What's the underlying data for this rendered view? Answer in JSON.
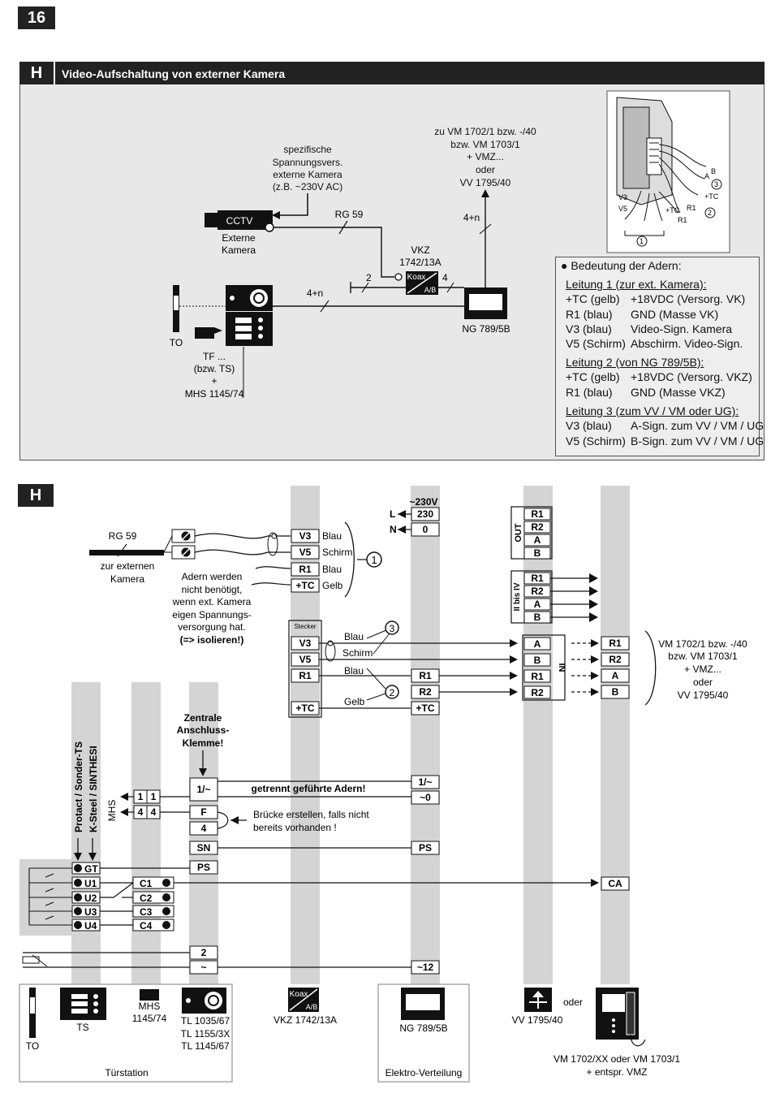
{
  "page_number": "16",
  "section_letter": "H",
  "section_title": "Video-Aufschaltung von externer Kamera",
  "top": {
    "spec_lines": [
      "spezifische",
      "Spannungsvers.",
      "externe Kamera",
      "(z.B. ~230V AC)"
    ],
    "vm_lines": [
      "zu VM 1702/1 bzw. -/40",
      "bzw. VM 1703/1",
      "+ VMZ...",
      "oder",
      "VV 1795/40"
    ],
    "cctv": "CCTV",
    "ext_cam": [
      "Externe",
      "Kamera"
    ],
    "rg59": "RG 59",
    "vkz": [
      "VKZ",
      "1742/13A"
    ],
    "koax": "Koax",
    "ab": "A/B",
    "n2": "2",
    "n4": "4",
    "n4n_a": "4+n",
    "n4n_b": "4+n",
    "ng": "NG 789/5B",
    "to": "TO",
    "tf_lines": [
      "TF ...",
      "(bzw. TS)",
      "+",
      "MHS 1145/74"
    ],
    "inset": {
      "b": "B",
      "a": "A",
      "tc": "+TC",
      "r1": "R1",
      "v3": "V3",
      "v5": "V5",
      "c1": "1",
      "c2": "2",
      "c3": "3"
    }
  },
  "legend": {
    "title": "Bedeutung der Adern:",
    "groups": [
      {
        "head": "Leitung 1 (zur ext. Kamera):",
        "rows": [
          [
            "+TC (gelb)",
            "+18VDC (Versorg. VK)"
          ],
          [
            "R1   (blau)",
            "GND (Masse VK)"
          ],
          [
            "V3   (blau)",
            "Video-Sign. Kamera"
          ],
          [
            "V5   (Schirm)",
            "Abschirm. Video-Sign."
          ]
        ]
      },
      {
        "head": "Leitung 2 (von NG 789/5B):",
        "rows": [
          [
            "+TC (gelb)",
            "+18VDC (Versorg. VKZ)"
          ],
          [
            "R1   (blau)",
            "GND (Masse VKZ)"
          ]
        ]
      },
      {
        "head": "Leitung 3 (zum VV / VM oder UG):",
        "rows": [
          [
            "V3   (blau)",
            "A-Sign. zum VV / VM / UG"
          ],
          [
            "V5   (Schirm)",
            "B-Sign. zum VV / VM / UG"
          ]
        ]
      }
    ]
  },
  "bottom": {
    "section_letter": "H",
    "rg59": "RG 59",
    "ext_cam": [
      "zur externen",
      "Kamera"
    ],
    "note_lines": [
      "Adern werden",
      "nicht benötigt,",
      "wenn ext. Kamera",
      "eigen Spannungs-",
      "versorgung hat."
    ],
    "note_bold": "(=> isolieren!)",
    "vkz_terms": [
      "V3",
      "V5",
      "R1",
      "+TC"
    ],
    "vkz_colors": [
      "Blau",
      "Schirm",
      "Blau",
      "Gelb"
    ],
    "stecker": "Stecker",
    "stecker_terms": [
      "V3",
      "V5",
      "R1",
      "+TC"
    ],
    "blau_a": "Blau",
    "schirm": "Schirm",
    "blau_b": "Blau",
    "gelb": "Gelb",
    "v230": "~230V",
    "l": "L",
    "n": "N",
    "ng_top": [
      "230",
      "0"
    ],
    "ng_mid": [
      "R1",
      "R2",
      "+TC"
    ],
    "out_label": "OUT",
    "out_terms": [
      "R1",
      "R2",
      "A",
      "B"
    ],
    "iiiv_label": "II bis IV",
    "iiiv_terms": [
      "R1",
      "R2",
      "A",
      "B"
    ],
    "in_label": "IN",
    "in_terms": [
      "A",
      "B",
      "R1",
      "R2"
    ],
    "vm_terms": [
      "R1",
      "R2",
      "A",
      "B"
    ],
    "vm_lines": [
      "VM 1702/1 bzw. -/40",
      "bzw. VM 1703/1",
      "+ VMZ...",
      "oder",
      "VV 1795/40"
    ],
    "zentrale": [
      "Zentrale",
      "Anschluss-",
      "Klemme!"
    ],
    "protact": "Protact / Sonder-TS",
    "ksteel": "K-Steel / SINTHESI",
    "mhs": "MHS",
    "mhs_terms": [
      "1",
      "1",
      "4",
      "4"
    ],
    "zk_terms": [
      "1/~",
      "F",
      "4",
      "SN",
      "PS"
    ],
    "getrennt": "getrennt geführte Adern!",
    "ng_lower": [
      "1/~",
      "~0",
      "PS",
      "~12"
    ],
    "bruecke": [
      "Brücke erstellen, falls nicht",
      "bereits vorhanden !"
    ],
    "gt_terms": [
      "GT",
      "U1",
      "U2",
      "U3",
      "U4"
    ],
    "c_terms": [
      "C1",
      "C2",
      "C3",
      "C4"
    ],
    "ca": "CA",
    "pwr_terms": [
      "2",
      "~"
    ],
    "ng_12": "~12",
    "footer": {
      "to": "TO",
      "ts": "TS",
      "mhs": [
        "MHS",
        "1145/74"
      ],
      "tl": [
        "TL 1035/67",
        "TL 1155/3X",
        "TL 1145/67"
      ],
      "tuer": "Türstation",
      "koax": "Koax",
      "ab": "A/B",
      "vkz": "VKZ 1742/13A",
      "ng": "NG 789/5B",
      "elektro": "Elektro-Verteilung",
      "vv": "VV 1795/40",
      "oder": "oder",
      "vm": [
        "VM 1702/XX oder VM 1703/1",
        "+ entspr. VMZ"
      ]
    }
  }
}
